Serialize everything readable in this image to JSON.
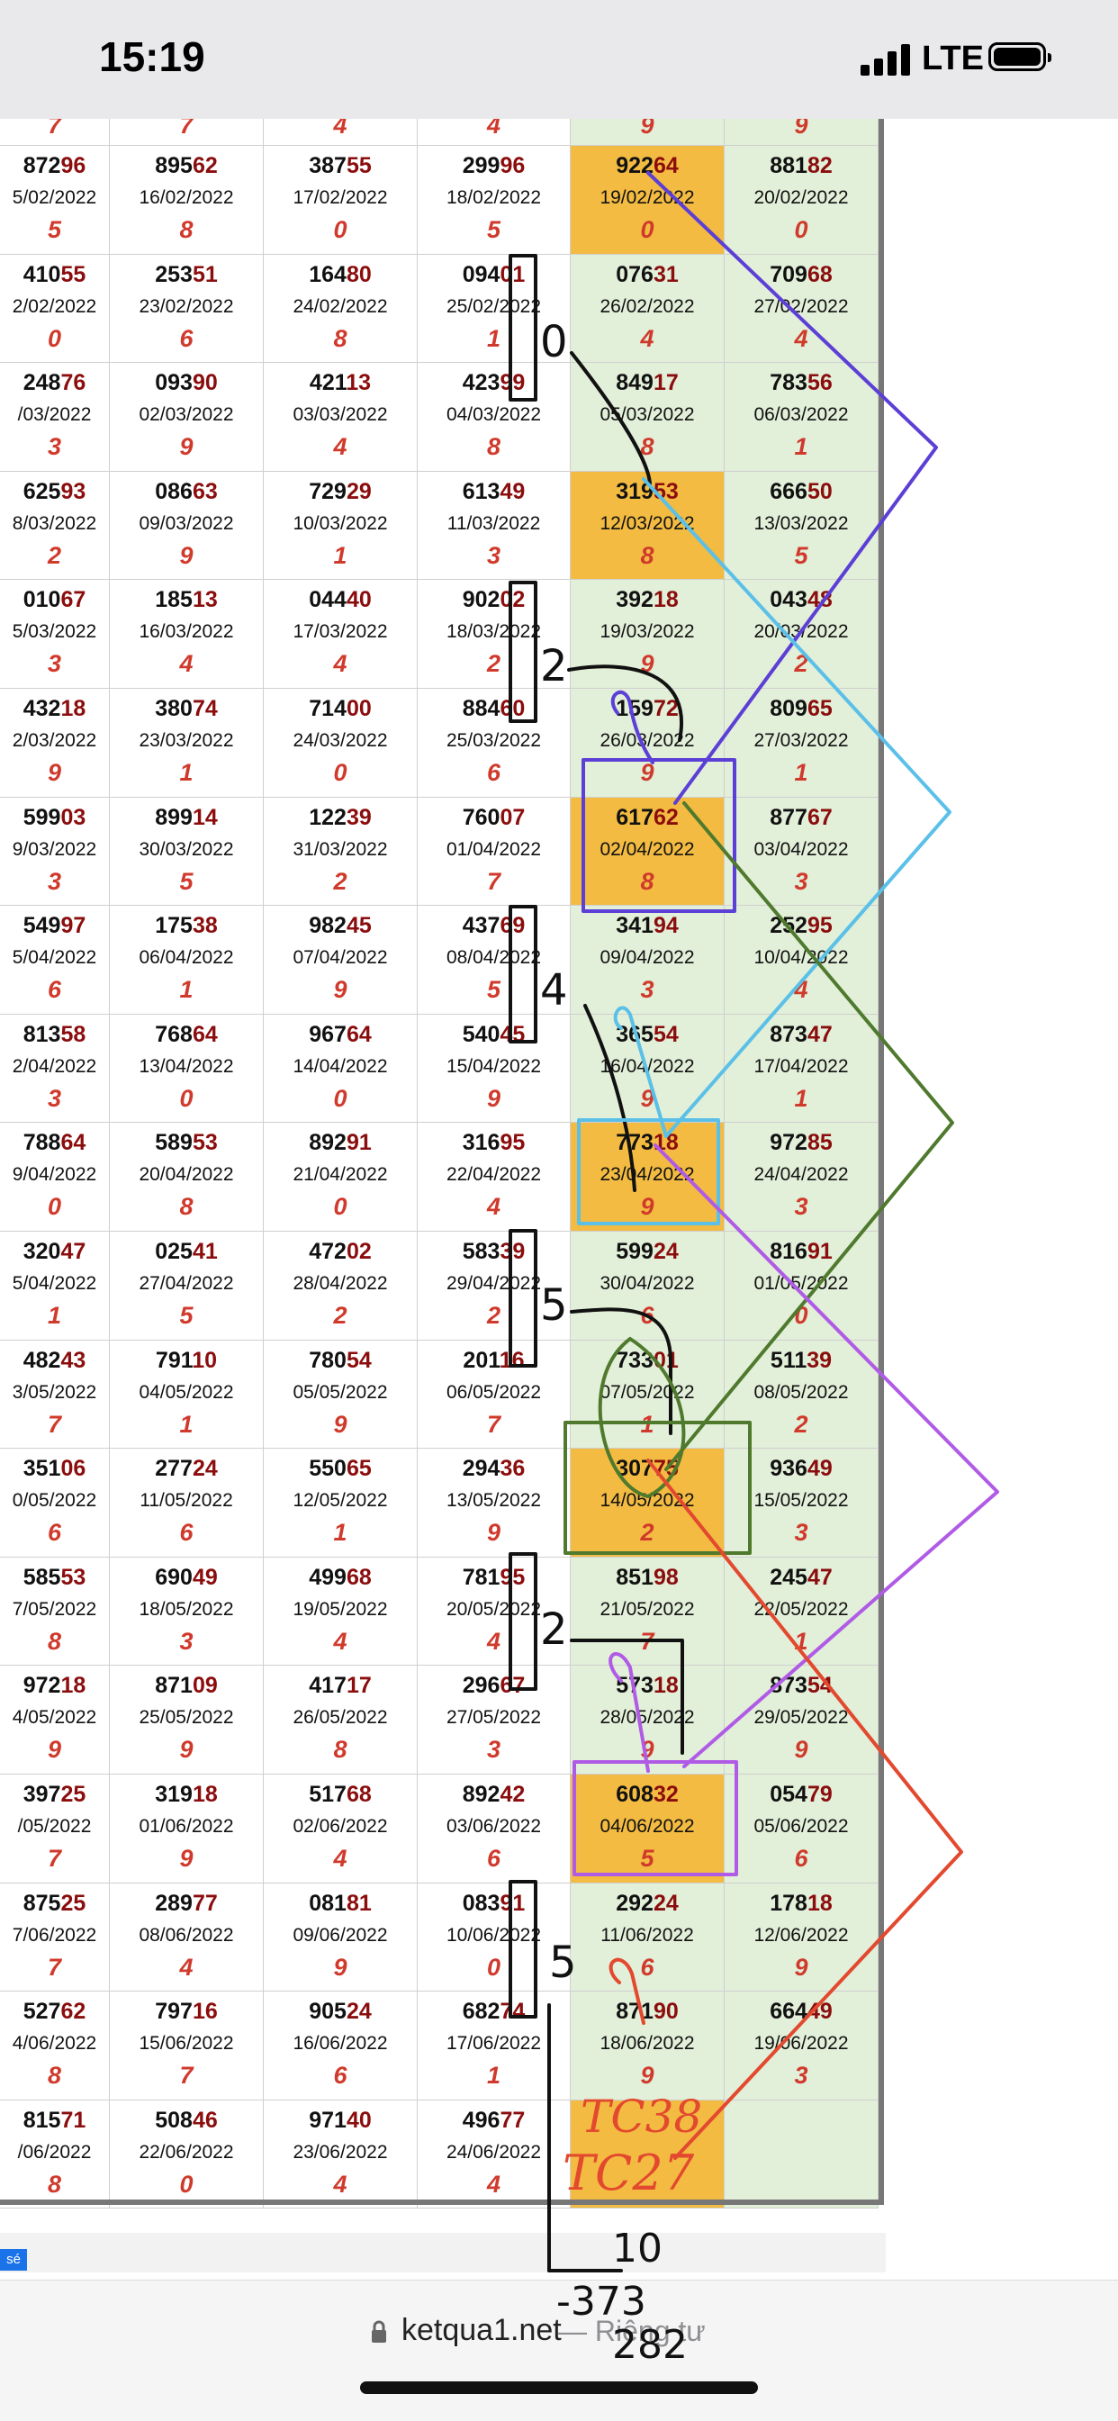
{
  "status_bar": {
    "time": "15:19",
    "network": "LTE"
  },
  "browser": {
    "url": "ketqua1.net",
    "separator": "—",
    "privacy_label": "Riêng tư"
  },
  "footer": {
    "badge": "sé"
  },
  "table": {
    "top_partial_row": [
      "7",
      "7",
      "4",
      "4",
      "9",
      "9"
    ],
    "rows": [
      [
        [
          "87296",
          "5/02/2022",
          "5"
        ],
        [
          "89562",
          "16/02/2022",
          "8"
        ],
        [
          "38755",
          "17/02/2022",
          "0"
        ],
        [
          "29996",
          "18/02/2022",
          "5"
        ],
        [
          "92264",
          "19/02/2022",
          "0"
        ],
        [
          "88182",
          "20/02/2022",
          "0"
        ]
      ],
      [
        [
          "41055",
          "2/02/2022",
          "0"
        ],
        [
          "25351",
          "23/02/2022",
          "6"
        ],
        [
          "16480",
          "24/02/2022",
          "8"
        ],
        [
          "09401",
          "25/02/2022",
          "1"
        ],
        [
          "07631",
          "26/02/2022",
          "4"
        ],
        [
          "70968",
          "27/02/2022",
          "4"
        ]
      ],
      [
        [
          "24876",
          "/03/2022",
          "3"
        ],
        [
          "09390",
          "02/03/2022",
          "9"
        ],
        [
          "42113",
          "03/03/2022",
          "4"
        ],
        [
          "42399",
          "04/03/2022",
          "8"
        ],
        [
          "84917",
          "05/03/2022",
          "8"
        ],
        [
          "78356",
          "06/03/2022",
          "1"
        ]
      ],
      [
        [
          "62593",
          "8/03/2022",
          "2"
        ],
        [
          "08663",
          "09/03/2022",
          "9"
        ],
        [
          "72929",
          "10/03/2022",
          "1"
        ],
        [
          "61349",
          "11/03/2022",
          "3"
        ],
        [
          "31953",
          "12/03/2022",
          "8"
        ],
        [
          "66650",
          "13/03/2022",
          "5"
        ]
      ],
      [
        [
          "01067",
          "5/03/2022",
          "3"
        ],
        [
          "18513",
          "16/03/2022",
          "4"
        ],
        [
          "04440",
          "17/03/2022",
          "4"
        ],
        [
          "90202",
          "18/03/2022",
          "2"
        ],
        [
          "39218",
          "19/03/2022",
          "9"
        ],
        [
          "04348",
          "20/03/2022",
          "2"
        ]
      ],
      [
        [
          "43218",
          "2/03/2022",
          "9"
        ],
        [
          "38074",
          "23/03/2022",
          "1"
        ],
        [
          "71400",
          "24/03/2022",
          "0"
        ],
        [
          "88460",
          "25/03/2022",
          "6"
        ],
        [
          "15972",
          "26/03/2022",
          "9"
        ],
        [
          "80965",
          "27/03/2022",
          "1"
        ]
      ],
      [
        [
          "59903",
          "9/03/2022",
          "3"
        ],
        [
          "89914",
          "30/03/2022",
          "5"
        ],
        [
          "12239",
          "31/03/2022",
          "2"
        ],
        [
          "76007",
          "01/04/2022",
          "7"
        ],
        [
          "61762",
          "02/04/2022",
          "8"
        ],
        [
          "87767",
          "03/04/2022",
          "3"
        ]
      ],
      [
        [
          "54997",
          "5/04/2022",
          "6"
        ],
        [
          "17538",
          "06/04/2022",
          "1"
        ],
        [
          "98245",
          "07/04/2022",
          "9"
        ],
        [
          "43769",
          "08/04/2022",
          "5"
        ],
        [
          "34194",
          "09/04/2022",
          "3"
        ],
        [
          "25295",
          "10/04/2022",
          "4"
        ]
      ],
      [
        [
          "81358",
          "2/04/2022",
          "3"
        ],
        [
          "76864",
          "13/04/2022",
          "0"
        ],
        [
          "96764",
          "14/04/2022",
          "0"
        ],
        [
          "54045",
          "15/04/2022",
          "9"
        ],
        [
          "36554",
          "16/04/2022",
          "9"
        ],
        [
          "87347",
          "17/04/2022",
          "1"
        ]
      ],
      [
        [
          "78864",
          "9/04/2022",
          "0"
        ],
        [
          "58953",
          "20/04/2022",
          "8"
        ],
        [
          "89291",
          "21/04/2022",
          "0"
        ],
        [
          "31695",
          "22/04/2022",
          "4"
        ],
        [
          "77318",
          "23/04/2022",
          "9"
        ],
        [
          "97285",
          "24/04/2022",
          "3"
        ]
      ],
      [
        [
          "32047",
          "5/04/2022",
          "1"
        ],
        [
          "02541",
          "27/04/2022",
          "5"
        ],
        [
          "47202",
          "28/04/2022",
          "2"
        ],
        [
          "58339",
          "29/04/2022",
          "2"
        ],
        [
          "59924",
          "30/04/2022",
          "6"
        ],
        [
          "81691",
          "01/05/2022",
          "0"
        ]
      ],
      [
        [
          "48243",
          "3/05/2022",
          "7"
        ],
        [
          "79110",
          "04/05/2022",
          "1"
        ],
        [
          "78054",
          "05/05/2022",
          "9"
        ],
        [
          "20116",
          "06/05/2022",
          "7"
        ],
        [
          "73301",
          "07/05/2022",
          "1"
        ],
        [
          "51139",
          "08/05/2022",
          "2"
        ]
      ],
      [
        [
          "35106",
          "0/05/2022",
          "6"
        ],
        [
          "27724",
          "11/05/2022",
          "6"
        ],
        [
          "55065",
          "12/05/2022",
          "1"
        ],
        [
          "29436",
          "13/05/2022",
          "9"
        ],
        [
          "30775",
          "14/05/2022",
          "2"
        ],
        [
          "93649",
          "15/05/2022",
          "3"
        ]
      ],
      [
        [
          "58553",
          "7/05/2022",
          "8"
        ],
        [
          "69049",
          "18/05/2022",
          "3"
        ],
        [
          "49968",
          "19/05/2022",
          "4"
        ],
        [
          "78195",
          "20/05/2022",
          "4"
        ],
        [
          "85198",
          "21/05/2022",
          "7"
        ],
        [
          "24547",
          "22/05/2022",
          "1"
        ]
      ],
      [
        [
          "97218",
          "4/05/2022",
          "9"
        ],
        [
          "87109",
          "25/05/2022",
          "9"
        ],
        [
          "41717",
          "26/05/2022",
          "8"
        ],
        [
          "29667",
          "27/05/2022",
          "3"
        ],
        [
          "57318",
          "28/05/2022",
          "9"
        ],
        [
          "87354",
          "29/05/2022",
          "9"
        ]
      ],
      [
        [
          "39725",
          "/05/2022",
          "7"
        ],
        [
          "31918",
          "01/06/2022",
          "9"
        ],
        [
          "51768",
          "02/06/2022",
          "4"
        ],
        [
          "89242",
          "03/06/2022",
          "6"
        ],
        [
          "60832",
          "04/06/2022",
          "5"
        ],
        [
          "05479",
          "05/06/2022",
          "6"
        ]
      ],
      [
        [
          "87525",
          "7/06/2022",
          "7"
        ],
        [
          "28977",
          "08/06/2022",
          "4"
        ],
        [
          "08181",
          "09/06/2022",
          "9"
        ],
        [
          "08391",
          "10/06/2022",
          "0"
        ],
        [
          "29224",
          "11/06/2022",
          "6"
        ],
        [
          "17818",
          "12/06/2022",
          "9"
        ]
      ],
      [
        [
          "52762",
          "4/06/2022",
          "8"
        ],
        [
          "79716",
          "15/06/2022",
          "7"
        ],
        [
          "90524",
          "16/06/2022",
          "6"
        ],
        [
          "68274",
          "17/06/2022",
          "1"
        ],
        [
          "87190",
          "18/06/2022",
          "9"
        ],
        [
          "66449",
          "19/06/2022",
          "3"
        ]
      ],
      [
        [
          "81571",
          "/06/2022",
          "8"
        ],
        [
          "50846",
          "22/06/2022",
          "0"
        ],
        [
          "97140",
          "23/06/2022",
          "4"
        ],
        [
          "49677",
          "24/06/2022",
          "4"
        ],
        [
          "",
          "",
          " "
        ],
        [
          "",
          "",
          ""
        ]
      ]
    ],
    "highlighted_cells": [
      [
        0,
        4
      ],
      [
        3,
        4
      ],
      [
        6,
        4
      ],
      [
        9,
        4
      ],
      [
        12,
        4
      ],
      [
        15,
        4
      ],
      [
        18,
        4
      ]
    ]
  },
  "annotations": {
    "labels": [
      "0",
      "2",
      "4",
      "5",
      "2",
      "5"
    ],
    "tc_labels": [
      "TC38",
      "TC27"
    ],
    "bottom_notes": [
      "10",
      "-373",
      "282"
    ]
  },
  "colors": {
    "highlight": "#f3bb41",
    "green_column": "#e2efd9",
    "digit_red": "#d03a2c",
    "ink_black": "#111111",
    "ink_purple": "#5b3fd6",
    "ink_cyan": "#5bc0e8",
    "ink_green": "#4f7a2e",
    "ink_violet": "#b05be6",
    "ink_red": "#e2492f"
  }
}
